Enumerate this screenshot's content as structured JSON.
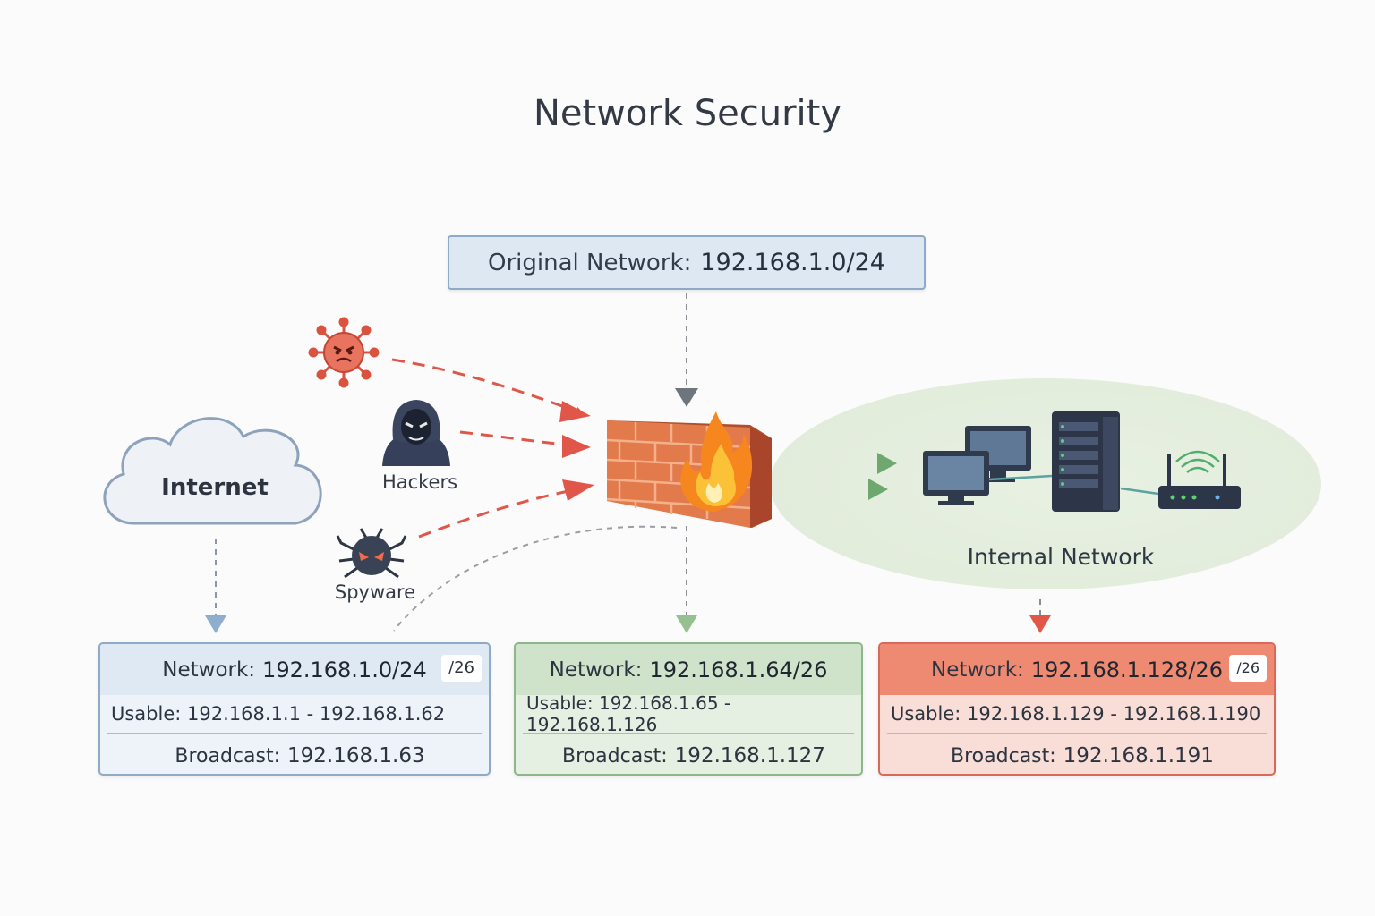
{
  "title": "Network Security",
  "original_network": {
    "label": "Original Network:",
    "value": "192.168.1.0/24"
  },
  "threats": [
    {
      "name": "virus-icon",
      "label": ""
    },
    {
      "name": "hacker-icon",
      "label": "Hackers"
    },
    {
      "name": "spyware-icon",
      "label": "Spyware"
    }
  ],
  "internet": {
    "label": "Internet"
  },
  "internal_network": {
    "label": "Internal Network"
  },
  "subnets": [
    {
      "network_label": "Network:",
      "network_value": "192.168.1.0/24",
      "badge": "/26",
      "usable": "Usable: 192.168.1.1 - 192.168.1.62",
      "broadcast_label": "Broadcast:",
      "broadcast_value": "192.168.1.63"
    },
    {
      "network_label": "Network:",
      "network_value": "192.168.1.64/26",
      "badge": "",
      "usable": "Usable: 192.168.1.65 - 192.168.1.126",
      "broadcast_label": "Broadcast:",
      "broadcast_value": "192.168.1.127"
    },
    {
      "network_label": "Network:",
      "network_value": "192.168.1.128/26",
      "badge": "/26",
      "usable": "Usable: 192.168.1.129 - 192.168.1.190",
      "broadcast_label": "Broadcast:",
      "broadcast_value": "192.168.1.191"
    }
  ],
  "colors": {
    "threat_arrow": "#e0574a",
    "allowed_arrow": "#6fa86f",
    "internal_zone": "#e6efdf",
    "firewall_brick": "#d9653a",
    "flame": "#f7941d"
  },
  "icons": [
    "virus-icon",
    "hacker-icon",
    "spyware-icon",
    "cloud-icon",
    "firewall-icon",
    "flame-icon",
    "monitor-icon",
    "server-icon",
    "router-icon",
    "wifi-icon"
  ]
}
